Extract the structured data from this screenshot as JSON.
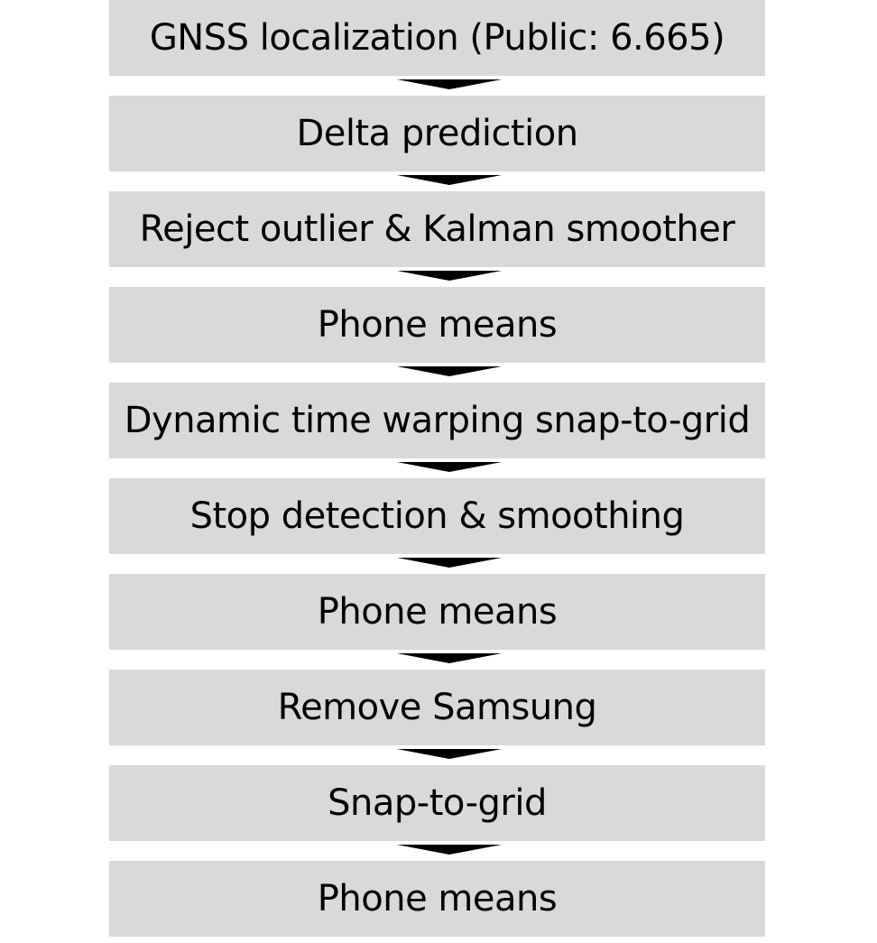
{
  "flowchart": {
    "steps": [
      {
        "label": "GNSS localization (Public: 6.665)"
      },
      {
        "label": "Delta prediction"
      },
      {
        "label": "Reject outlier & Kalman smoother"
      },
      {
        "label": "Phone means"
      },
      {
        "label": "Dynamic time warping snap-to-grid"
      },
      {
        "label": "Stop detection & smoothing"
      },
      {
        "label": "Phone means"
      },
      {
        "label": "Remove Samsung"
      },
      {
        "label": "Snap-to-grid"
      },
      {
        "label": "Phone means"
      }
    ]
  },
  "colors": {
    "box_fill": "#d9d9d9",
    "arrow": "#000000",
    "text": "#000000",
    "background": "#ffffff"
  }
}
